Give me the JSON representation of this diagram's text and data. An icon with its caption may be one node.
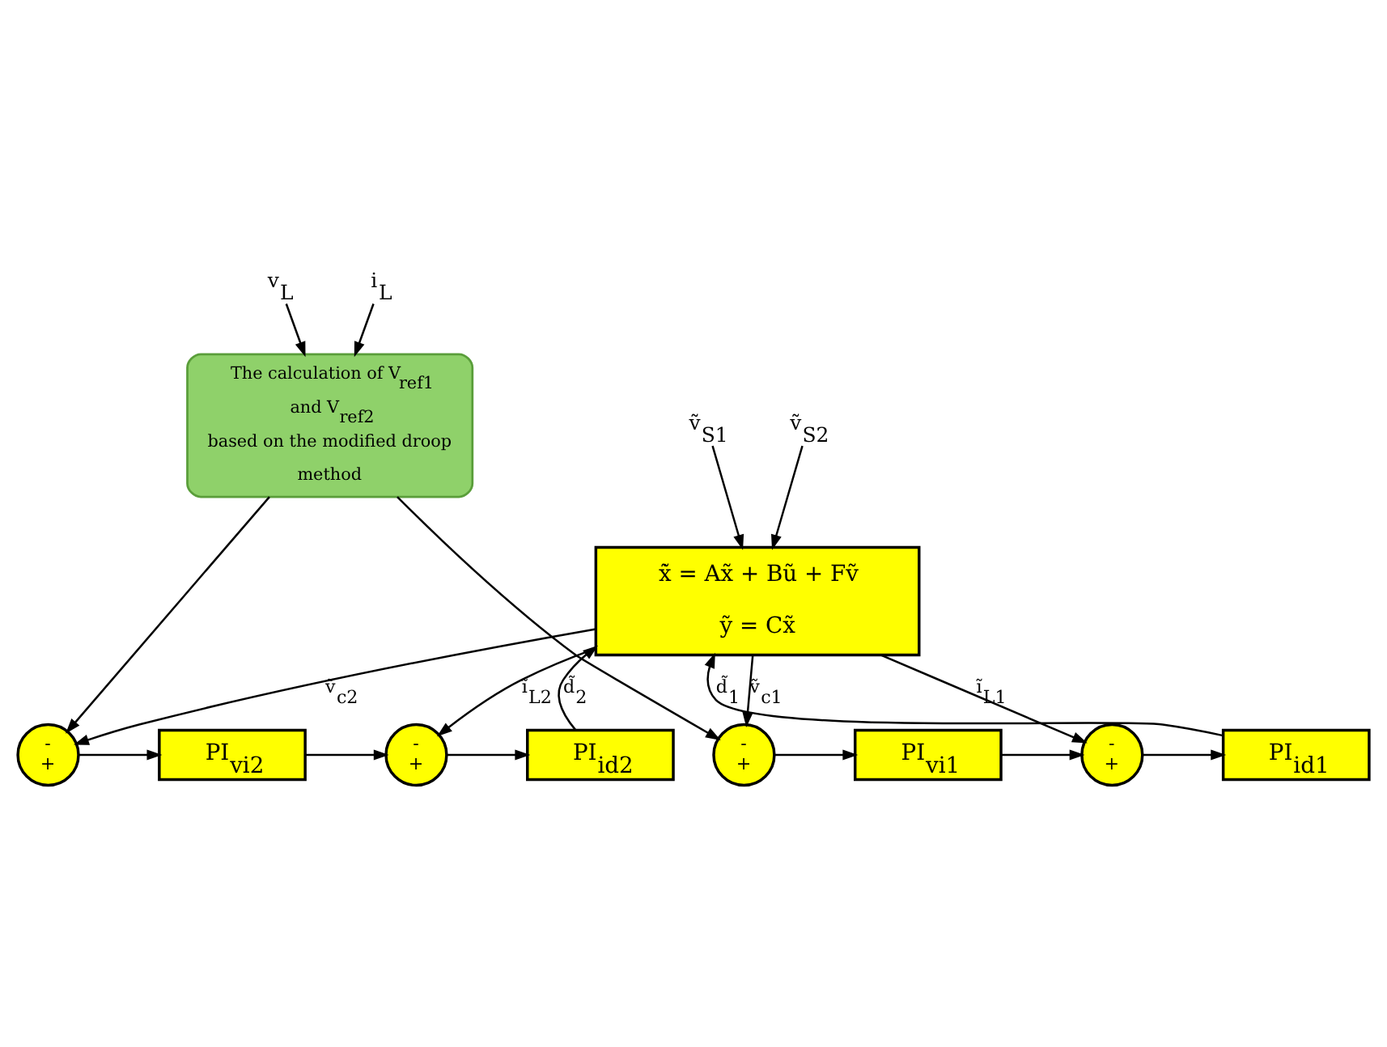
{
  "diagram": {
    "nodes": [
      {
        "text": [
          "v$_{L}$"
        ]
      },
      {
        "text": [
          "i$_{L}$"
        ]
      },
      {
        "text": [
          "The calculation of V$_{ref1}$ and V$_{ref2}$ based on the modified droop method"
        ]
      },
      {
        "text": [
          "ṽ$_{S1}$"
        ]
      },
      {
        "text": [
          "ṽ$_{S2}$"
        ]
      },
      {
        "text": [
          "x̃̇ = Ax̃ + Bũ + Fṽ",
          "ỹ = Cx̃"
        ]
      },
      {
        "text": [
          "PI$_{id2}$"
        ]
      },
      {
        "text": [
          "-",
          "+"
        ]
      },
      {
        "text": [
          "PI$_{vi2}$"
        ]
      },
      {
        "text": [
          "-",
          "+"
        ]
      },
      {
        "text": [
          "PI$_{id1}$"
        ]
      },
      {
        "text": [
          "-",
          "+"
        ]
      },
      {
        "text": [
          "PI$_{vi1}$"
        ]
      },
      {
        "text": [
          "-",
          "+"
        ]
      }
    ],
    "edges": [
      {
        "from": 0,
        "to": 2,
        "arrow": "to"
      },
      {
        "from": 1,
        "to": 2,
        "arrow": "to"
      },
      {
        "from": 3,
        "to": 5,
        "arrow": "to"
      },
      {
        "from": 4,
        "to": 5,
        "arrow": "to"
      },
      {
        "from": 5,
        "to": 13,
        "arrow": "to",
        "label": "ṽ$_{c1}$"
      },
      {
        "from": 5,
        "to": 11,
        "arrow": "to",
        "label": "ĩ$_{L1}$"
      },
      {
        "from": 5,
        "to": 9,
        "arrow": "to",
        "label": "ṽ$_{c2}$"
      },
      {
        "from": 5,
        "to": 7,
        "arrow": "to",
        "label": "ĩ$_{L2}$"
      },
      {
        "from": 2,
        "to": 9,
        "arrow": "to"
      },
      {
        "from": 2,
        "to": 13,
        "arrow": "to"
      },
      {
        "from": 9,
        "to": 8,
        "arrow": "to"
      },
      {
        "from": 8,
        "to": 7,
        "arrow": "to"
      },
      {
        "from": 7,
        "to": 6,
        "arrow": "to"
      },
      {
        "from": 6,
        "to": 5,
        "arrow": "to",
        "label": "d̃$_{2}$"
      },
      {
        "from": 13,
        "to": 12,
        "arrow": "to"
      },
      {
        "from": 12,
        "to": 11,
        "arrow": "to"
      },
      {
        "from": 11,
        "to": 10,
        "arrow": "to"
      },
      {
        "from": 10,
        "to": 5,
        "arrow": "to",
        "label": "d̃$_{1}$"
      }
    ]
  }
}
